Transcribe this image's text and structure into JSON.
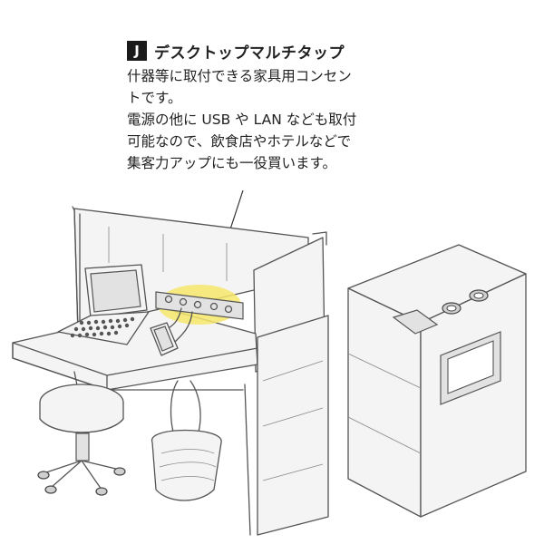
{
  "callout": {
    "badge": "J",
    "title": "デスクトップマルチタップ",
    "lines": [
      "什器等に取付できる家具用コンセン",
      "トです。",
      "電源の他に USB や LAN なども取付",
      "可能なので、飲食店やホテルなどで",
      "集客力アップにも一役買います。"
    ]
  },
  "colors": {
    "highlight": "#f5e66a",
    "ink": "#222222",
    "badge_bg": "#1a1a1a"
  }
}
